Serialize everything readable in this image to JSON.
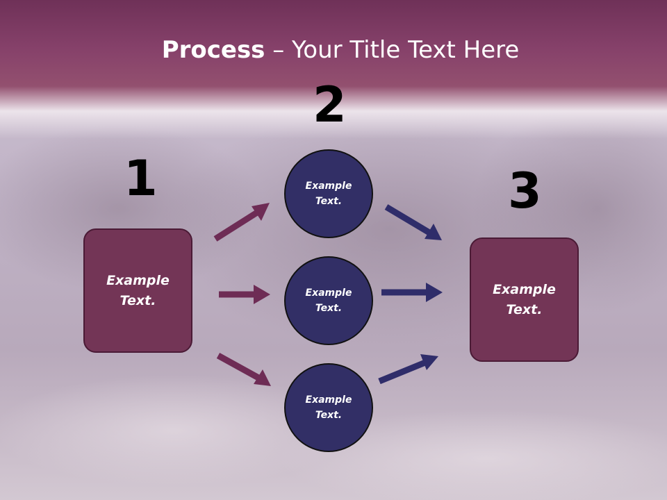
{
  "title": {
    "bold": "Process",
    "rest": " – Your Title Text Here"
  },
  "steps": {
    "one": "1",
    "two": "2",
    "three": "3"
  },
  "left_box": {
    "label": "Example\nText."
  },
  "right_box": {
    "label": "Example\nText."
  },
  "circles": [
    {
      "label": "Example\nText."
    },
    {
      "label": "Example\nText."
    },
    {
      "label": "Example\nText."
    }
  ],
  "colors": {
    "header": "#86416a",
    "box": "#733556",
    "circle": "#322f66",
    "arrow_left": "#6e2c55",
    "arrow_right": "#2f2d6a"
  }
}
